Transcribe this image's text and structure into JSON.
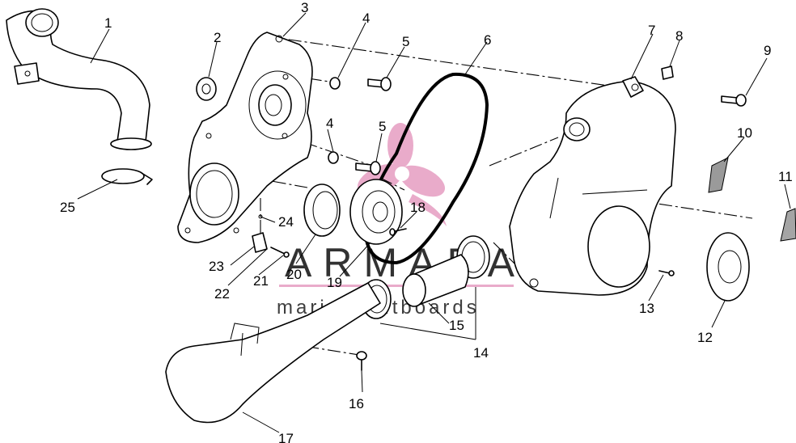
{
  "watermark": {
    "brand": "ARMADA",
    "tagline": "marine outboards",
    "color": "#e7a3c5"
  },
  "callouts": [
    {
      "id": "1",
      "label": "1"
    },
    {
      "id": "2",
      "label": "2"
    },
    {
      "id": "3",
      "label": "3"
    },
    {
      "id": "4a",
      "label": "4"
    },
    {
      "id": "4b",
      "label": "4"
    },
    {
      "id": "5a",
      "label": "5"
    },
    {
      "id": "5b",
      "label": "5"
    },
    {
      "id": "6",
      "label": "6"
    },
    {
      "id": "7",
      "label": "7"
    },
    {
      "id": "8",
      "label": "8"
    },
    {
      "id": "9",
      "label": "9"
    },
    {
      "id": "10",
      "label": "10"
    },
    {
      "id": "11",
      "label": "11"
    },
    {
      "id": "12",
      "label": "12"
    },
    {
      "id": "13",
      "label": "13"
    },
    {
      "id": "14",
      "label": "14"
    },
    {
      "id": "15",
      "label": "15"
    },
    {
      "id": "16",
      "label": "16"
    },
    {
      "id": "17",
      "label": "17"
    },
    {
      "id": "18",
      "label": "18"
    },
    {
      "id": "19",
      "label": "19"
    },
    {
      "id": "20",
      "label": "20"
    },
    {
      "id": "21",
      "label": "21"
    },
    {
      "id": "22",
      "label": "22"
    },
    {
      "id": "23",
      "label": "23"
    },
    {
      "id": "24",
      "label": "24"
    },
    {
      "id": "25",
      "label": "25"
    }
  ]
}
